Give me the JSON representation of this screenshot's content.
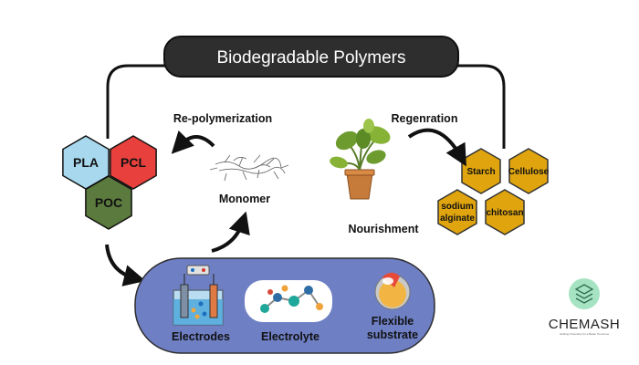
{
  "title": "Biodegradable Polymers",
  "left_hexes": [
    {
      "label": "PLA",
      "color": "#a8d8ee"
    },
    {
      "label": "PCL",
      "color": "#e8413d"
    },
    {
      "label": "POC",
      "color": "#5b7a3d"
    }
  ],
  "right_hexes": [
    {
      "label": "Starch"
    },
    {
      "label": "Cellulose"
    },
    {
      "label": "sodium",
      "label2": "alginate"
    },
    {
      "label": "chitosan"
    }
  ],
  "hex_gold": "#e0a50e",
  "labels": {
    "repolymerization": "Re-polymerization",
    "regeneration": "Regenration",
    "monomer": "Monomer",
    "nourishment": "Nourishment"
  },
  "panel": {
    "color": "#6e7fc4",
    "electrodes": "Electrodes",
    "electrolyte": "Electrolyte",
    "flexible_line1": "Flexible",
    "flexible_line2": "substrate"
  },
  "brand": {
    "name": "CHEMASH",
    "tagline": "Guiding Chemistry for a Better Tomorrow",
    "logo_color": "#a6e3c2"
  }
}
